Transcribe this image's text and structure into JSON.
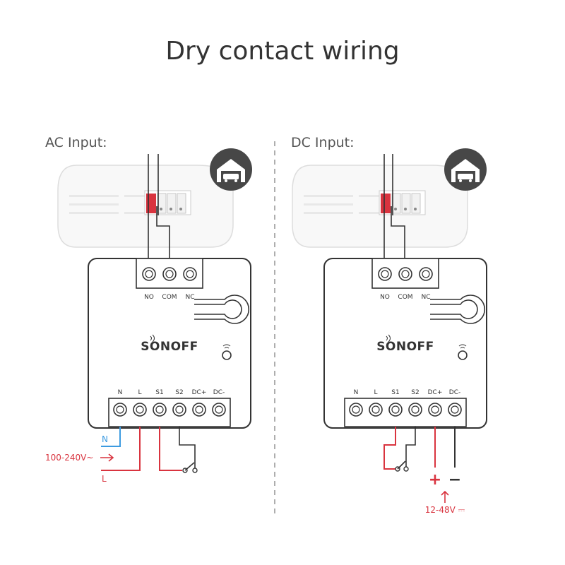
{
  "title": "Dry contact wiring",
  "panels": {
    "ac": {
      "label": "AC Input:"
    },
    "dc": {
      "label": "DC Input:"
    }
  },
  "device": {
    "brand": "SONOFF",
    "top_terminals": [
      "NO",
      "COM",
      "NC"
    ],
    "bottom_terminals": [
      "N",
      "L",
      "S1",
      "S2",
      "DC+",
      "DC-"
    ]
  },
  "ac_wiring": {
    "neutral_label": "N",
    "live_label": "L",
    "voltage_label": "100-240V~"
  },
  "dc_wiring": {
    "plus_label": "+",
    "minus_label": "−",
    "voltage_label": "12-48V ⎓"
  },
  "icons": [
    "garage-icon"
  ],
  "colors": {
    "live": "#d9343f",
    "neutral": "#3d9be0",
    "line": "#333333",
    "device_fill": "#ffffff",
    "opener_fill": "#f8f8f8",
    "opener_stroke": "#dddddd",
    "icon_bg": "#474747"
  }
}
